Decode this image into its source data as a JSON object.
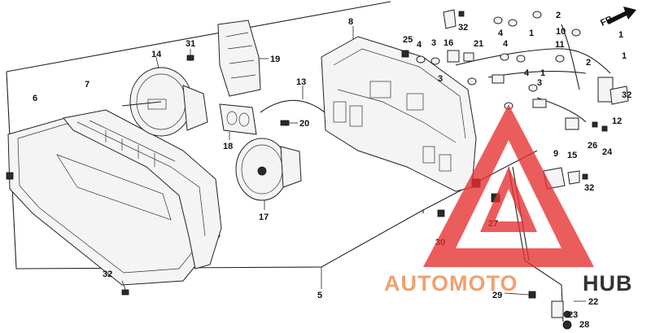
{
  "diagram": {
    "direction_label": "FR.",
    "callouts": [
      "1",
      "2",
      "3",
      "4",
      "5",
      "6",
      "7",
      "8",
      "9",
      "10",
      "11",
      "12",
      "13",
      "14",
      "15",
      "16",
      "17",
      "18",
      "19",
      "20",
      "21",
      "22",
      "23",
      "24",
      "25",
      "26",
      "27",
      "28",
      "29",
      "30",
      "31",
      "32"
    ]
  },
  "watermark": {
    "text_a": "AUTOMOTO",
    "text_b": "HUB",
    "color_a": "#f0a070",
    "color_b": "#333333",
    "triangle_color": "#e63030"
  },
  "colors": {
    "line": "#222222",
    "background": "#ffffff"
  }
}
